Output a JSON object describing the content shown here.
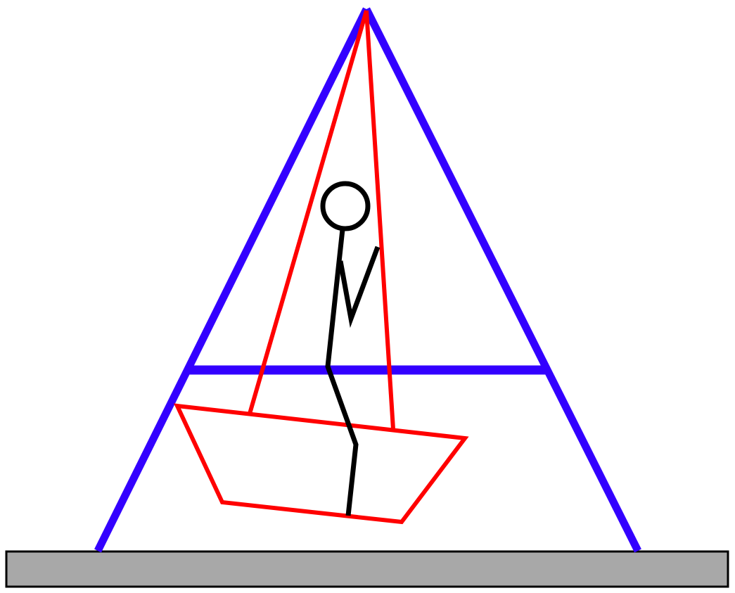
{
  "diagram": {
    "subject": "swing-ride",
    "colors": {
      "frame": "#3300ff",
      "swing": "#ff0000",
      "figure": "#000000",
      "ground": "#a8a8a8",
      "ground_outline": "#000000",
      "background": "#ffffff"
    },
    "parts": [
      "ground-base",
      "a-frame",
      "crossbar",
      "swing-ropes",
      "swing-seat",
      "stick-figure"
    ]
  }
}
